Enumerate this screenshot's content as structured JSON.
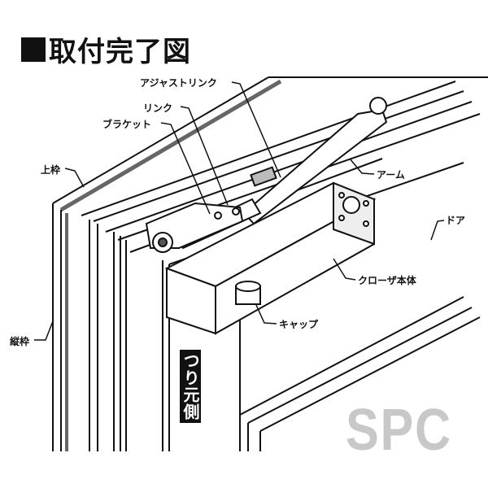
{
  "title": "取付完了図",
  "labels": {
    "adjust_link": "アジャストリンク",
    "link": "リンク",
    "bracket": "ブラケット",
    "top_frame": "上枠",
    "arm": "アーム",
    "door": "ドア",
    "closer_body": "クローザ本体",
    "cap": "キャップ",
    "side_frame": "縦枠",
    "hinge_side": "つり元側"
  },
  "watermark": "SPC"
}
